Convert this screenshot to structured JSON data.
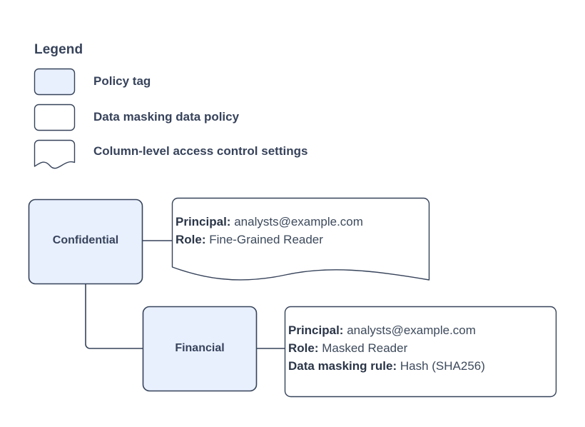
{
  "colors": {
    "background": "#ffffff",
    "tag_fill": "#e8f0fe",
    "tag_stroke": "#36435a",
    "plain_fill": "#ffffff",
    "plain_stroke": "#36435a",
    "connector": "#36435a",
    "text": "#37435b"
  },
  "legend": {
    "title": "Legend",
    "items": [
      {
        "label": "Policy tag",
        "shape": "rounded-rect-filled"
      },
      {
        "label": "Data masking data policy",
        "shape": "rounded-rect"
      },
      {
        "label": "Column-level access control settings",
        "shape": "document-wavy"
      }
    ]
  },
  "diagram": {
    "nodes": [
      {
        "id": "confidential",
        "label": "Confidential",
        "shape": "rounded-rect-filled"
      },
      {
        "id": "financial",
        "label": "Financial",
        "shape": "rounded-rect-filled"
      }
    ],
    "callouts": [
      {
        "id": "confidential-access",
        "shape": "document-wavy",
        "lines": [
          {
            "label": "Principal:",
            "value": "analysts@example.com"
          },
          {
            "label": "Role:",
            "value": "Fine-Grained Reader"
          }
        ]
      },
      {
        "id": "financial-policy",
        "shape": "rounded-rect",
        "lines": [
          {
            "label": "Principal:",
            "value": "analysts@example.com"
          },
          {
            "label": "Role:",
            "value": "Masked Reader"
          },
          {
            "label": "Data masking rule:",
            "value": "Hash (SHA256)"
          }
        ]
      }
    ],
    "connectors": [
      {
        "id": "confidential-to-callout",
        "from": "confidential",
        "to": "confidential-access"
      },
      {
        "id": "confidential-to-financial",
        "from": "confidential",
        "to": "financial"
      },
      {
        "id": "financial-to-callout",
        "from": "financial",
        "to": "financial-policy"
      }
    ]
  }
}
